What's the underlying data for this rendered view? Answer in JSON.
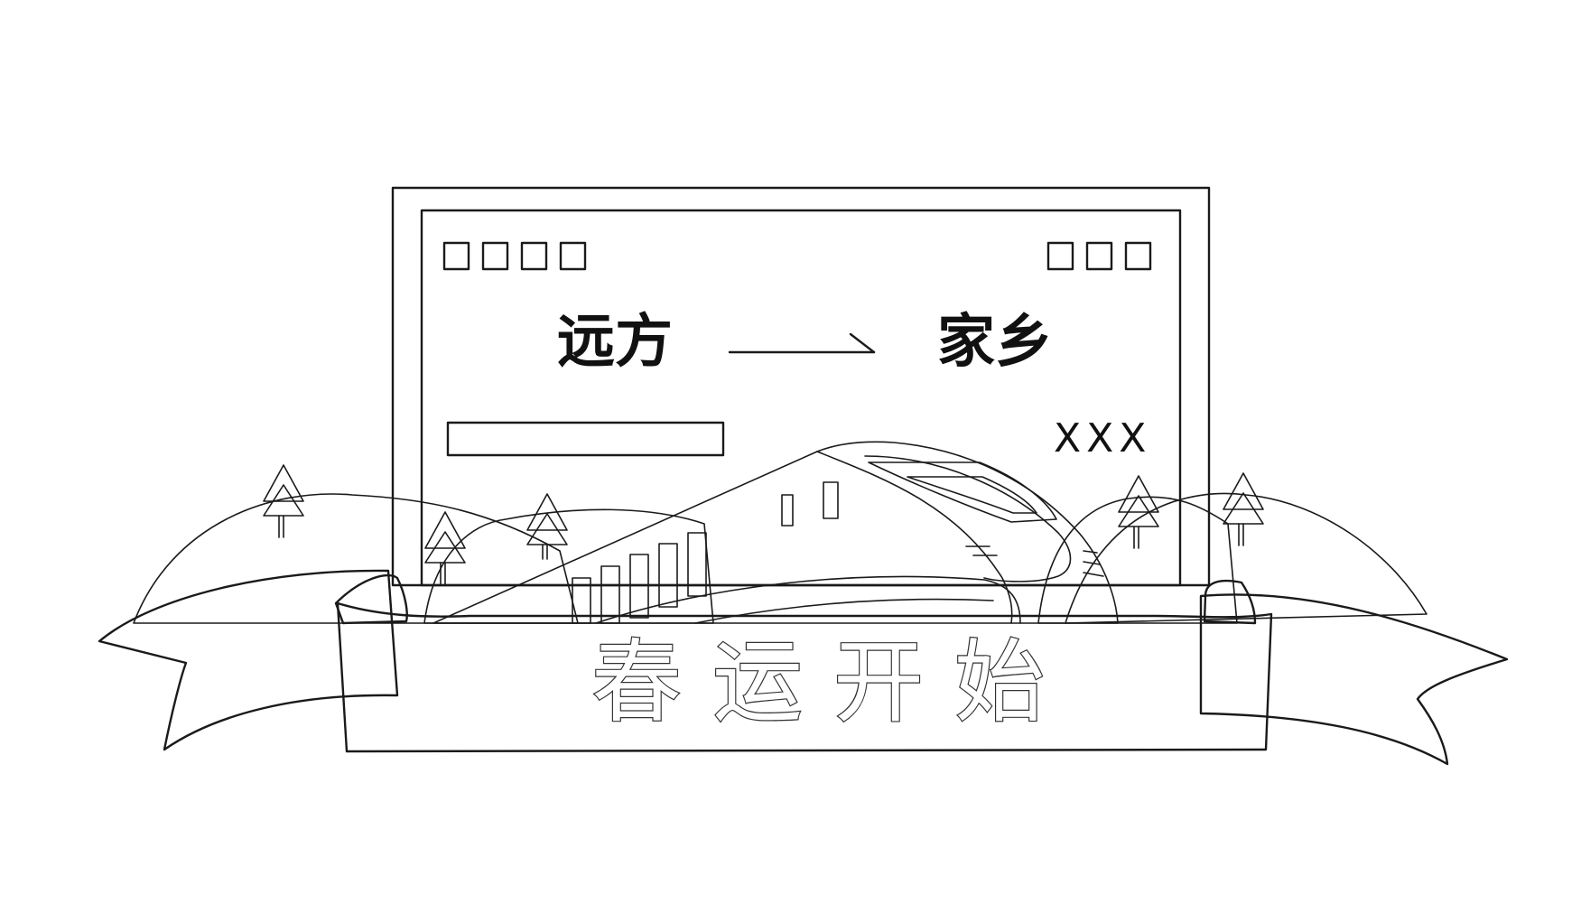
{
  "ticket": {
    "origin": "远方",
    "destination": "家乡",
    "code": "XXX"
  },
  "banner": {
    "title": "春运开始"
  },
  "colors": {
    "ticket_fill": "#f7e4e5",
    "banner_fill": "#fcf0f1",
    "line": "#1a1a1a",
    "background": "#ffffff"
  }
}
